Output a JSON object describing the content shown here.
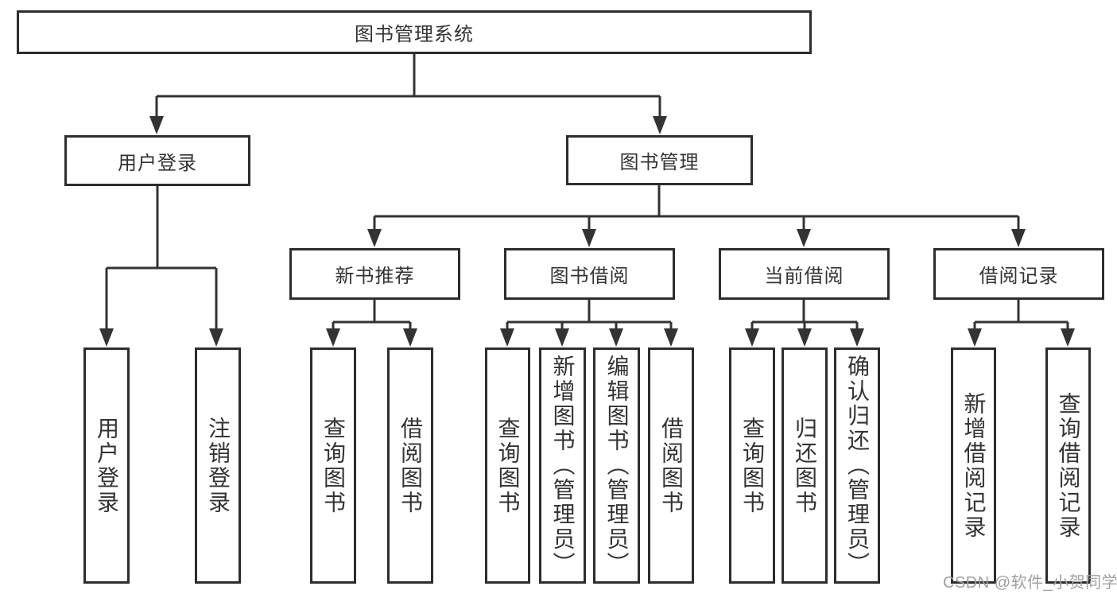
{
  "diagram": {
    "root": {
      "label": "图书管理系统"
    },
    "branches": {
      "user_login": {
        "label": "用户登录",
        "children": {
          "login": {
            "label": "用户登录"
          },
          "logout": {
            "label": "注销登录"
          }
        }
      },
      "book_management": {
        "label": "图书管理",
        "sections": {
          "new_book_recommend": {
            "label": "新书推荐",
            "children": {
              "query_book": {
                "label": "查询图书"
              },
              "borrow_book": {
                "label": "借阅图书"
              }
            }
          },
          "book_borrowing": {
            "label": "图书借阅",
            "children": {
              "query_book": {
                "label": "查询图书"
              },
              "add_book": {
                "label": "新增图书（管理员）"
              },
              "edit_book": {
                "label": "编辑图书（管理员）"
              },
              "borrow_book": {
                "label": "借阅图书"
              }
            }
          },
          "current_borrowing": {
            "label": "当前借阅",
            "children": {
              "query_book": {
                "label": "查询图书"
              },
              "return_book": {
                "label": "归还图书"
              },
              "confirm_return": {
                "label": "确认归还（管理员）"
              }
            }
          },
          "borrowing_records": {
            "label": "借阅记录",
            "children": {
              "add_record": {
                "label": "新增借阅记录"
              },
              "query_record": {
                "label": "查询借阅记录"
              }
            }
          }
        }
      }
    }
  },
  "watermark": {
    "text": "CSDN @软件_小贺同学"
  },
  "colors": {
    "line": "#333333",
    "box_border": "#2d2d2d",
    "text": "#333333",
    "watermark": "#a0a0a0",
    "background": "#ffffff"
  }
}
